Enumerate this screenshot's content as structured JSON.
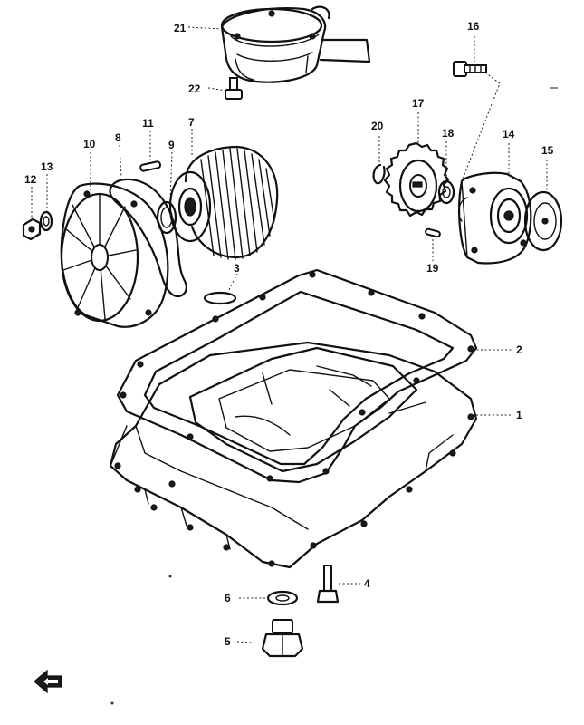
{
  "callouts": [
    {
      "id": "1",
      "text": "1"
    },
    {
      "id": "2",
      "text": "2"
    },
    {
      "id": "3",
      "text": "3"
    },
    {
      "id": "4",
      "text": "4"
    },
    {
      "id": "5",
      "text": "5"
    },
    {
      "id": "6",
      "text": "6"
    },
    {
      "id": "7",
      "text": "7"
    },
    {
      "id": "8",
      "text": "8"
    },
    {
      "id": "9",
      "text": "9"
    },
    {
      "id": "10",
      "text": "10"
    },
    {
      "id": "11",
      "text": "11"
    },
    {
      "id": "12",
      "text": "12"
    },
    {
      "id": "13",
      "text": "13"
    },
    {
      "id": "14",
      "text": "14"
    },
    {
      "id": "15",
      "text": "15"
    },
    {
      "id": "16",
      "text": "16"
    },
    {
      "id": "17",
      "text": "17"
    },
    {
      "id": "18",
      "text": "18"
    },
    {
      "id": "19",
      "text": "19"
    },
    {
      "id": "20",
      "text": "20"
    },
    {
      "id": "21",
      "text": "21"
    },
    {
      "id": "22",
      "text": "22"
    }
  ],
  "icons": {
    "front_arrow": "front-arrow-icon"
  }
}
